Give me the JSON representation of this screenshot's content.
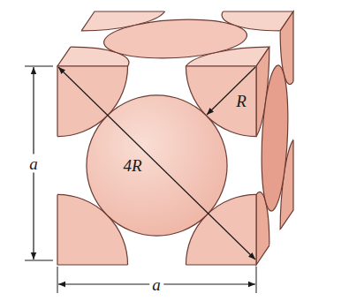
{
  "diagram": {
    "labels": [
      "a",
      "R",
      "4R",
      "a"
    ]
  }
}
